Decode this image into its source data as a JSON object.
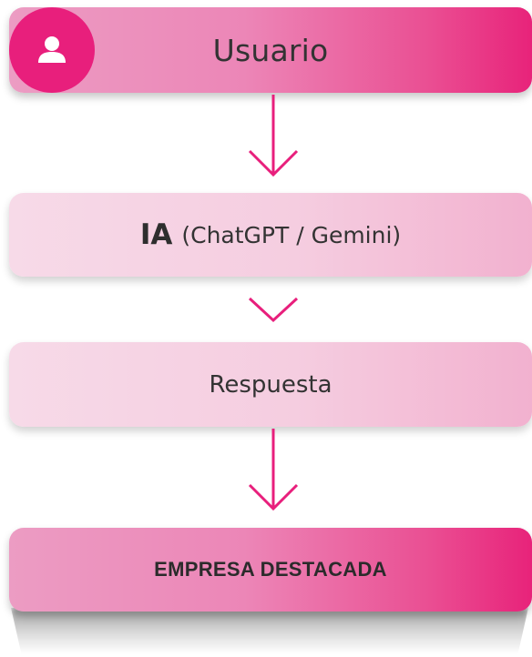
{
  "nodes": {
    "usuario": {
      "label": "Usuario",
      "icon": "user-icon"
    },
    "ia": {
      "label_strong": "IA",
      "label_rest": "(ChatGPT / Gemini)"
    },
    "respuesta": {
      "label": "Respuesta"
    },
    "empresa": {
      "label": "EMPRESA DESTACADA"
    }
  },
  "colors": {
    "accent": "#e81f7c",
    "gradient_strong_start": "#ec9cc3",
    "gradient_strong_end": "#e8237a",
    "gradient_soft_start": "#f7dae8",
    "gradient_soft_end": "#f2b1cf"
  },
  "connectors": [
    {
      "from": "usuario",
      "to": "ia",
      "style": "arrow"
    },
    {
      "from": "ia",
      "to": "respuesta",
      "style": "chevron"
    },
    {
      "from": "respuesta",
      "to": "empresa",
      "style": "arrow"
    }
  ]
}
